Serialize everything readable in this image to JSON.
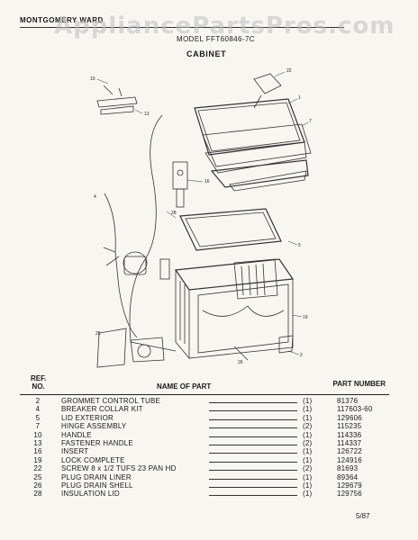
{
  "watermark": "AppliancePartsPros.com",
  "header": {
    "brand": "MONTGOMERY WARD",
    "model": "MODEL FFT60846-7C",
    "section": "CABINET"
  },
  "columns": {
    "ref_line1": "REF.",
    "ref_line2": "NO.",
    "name": "NAME OF PART",
    "part_number": "PART NUMBER"
  },
  "parts": [
    {
      "ref": "2",
      "name": "GROMMET CONTROL TUBE",
      "qty": "(1)",
      "number": "81376"
    },
    {
      "ref": "4",
      "name": "BREAKER COLLAR KIT",
      "qty": "(1)",
      "number": "117603-60"
    },
    {
      "ref": "5",
      "name": "LID EXTERIOR",
      "qty": "(1)",
      "number": "129606"
    },
    {
      "ref": "7",
      "name": "HINGE ASSEMBLY",
      "qty": "(2)",
      "number": "115235"
    },
    {
      "ref": "10",
      "name": "HANDLE",
      "qty": "(1)",
      "number": "114336"
    },
    {
      "ref": "13",
      "name": "FASTENER HANDLE",
      "qty": "(2)",
      "number": "114337"
    },
    {
      "ref": "16",
      "name": "INSERT",
      "qty": "(1)",
      "number": "126722"
    },
    {
      "ref": "19",
      "name": "LOCK COMPLETE",
      "qty": "(1)",
      "number": "124916"
    },
    {
      "ref": "22",
      "name": "SCREW 8 x 1/2 TUFS 23 PAN HD",
      "qty": "(2)",
      "number": "81693"
    },
    {
      "ref": "25",
      "name": "PLUG DRAIN LINER",
      "qty": "(1)",
      "number": "89364"
    },
    {
      "ref": "26",
      "name": "PLUG DRAIN SHELL",
      "qty": "(1)",
      "number": "129679"
    },
    {
      "ref": "28",
      "name": "INSULATION LID",
      "qty": "(1)",
      "number": "129756"
    }
  ],
  "footer": {
    "date": "5/87"
  },
  "diagram_labels": [
    "10",
    "13",
    "22",
    "1",
    "7",
    "16",
    "28",
    "5",
    "19",
    "2",
    "4",
    "25",
    "26"
  ]
}
